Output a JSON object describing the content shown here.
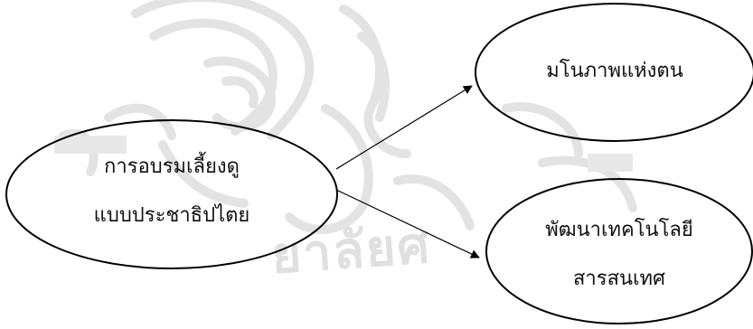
{
  "diagram": {
    "nodes": {
      "source": {
        "lines": [
          "การอบรมเลี้ยงดู",
          "แบบประชาธิปไตย"
        ]
      },
      "target_top": {
        "lines": [
          "มโนภาพแห่งตน"
        ]
      },
      "target_bottom": {
        "lines": [
          "พัฒนาเทคโนโลยี",
          "สารสนเทศ"
        ]
      }
    },
    "edges": [
      {
        "from": "source",
        "to": "target_top"
      },
      {
        "from": "source",
        "to": "target_bottom"
      }
    ]
  },
  "watermark": {
    "text": "ยาลัยศ"
  }
}
